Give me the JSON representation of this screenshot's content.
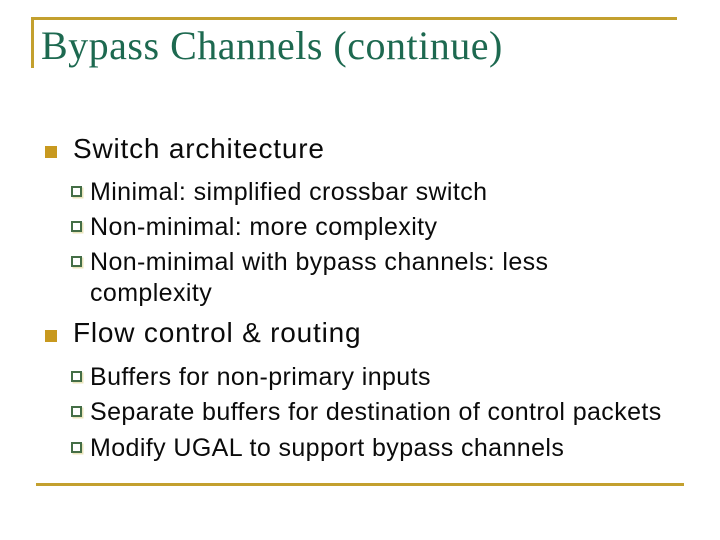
{
  "slide": {
    "title": "Bypass Channels (continue)",
    "colors": {
      "title_green": "#1D6950",
      "accent_gold": "#C3A02E",
      "bullet_gold": "#C8991F",
      "sub_bullet_green": "#446E46",
      "body_text": "#0B0B0B"
    },
    "sections": [
      {
        "heading": "Switch architecture",
        "items": [
          "Minimal: simplified crossbar switch",
          "Non-minimal: more complexity",
          "Non-minimal with bypass channels: less complexity"
        ]
      },
      {
        "heading": "Flow control & routing",
        "items": [
          "Buffers for non-primary inputs",
          "Separate buffers for destination of control packets",
          "Modify UGAL to support bypass channels"
        ]
      }
    ]
  }
}
